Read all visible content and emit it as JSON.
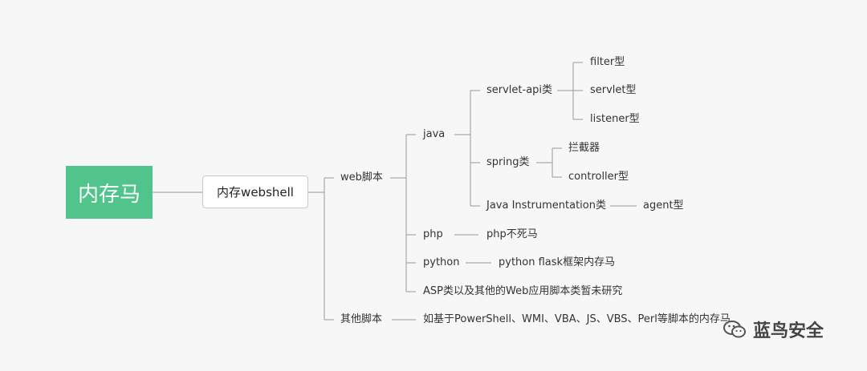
{
  "root": "内存马",
  "level1": "内存webshell",
  "web_branch": "web脚本",
  "other_branch": "其他脚本",
  "java": "java",
  "servlet_api": "servlet-api类",
  "filter": "filter型",
  "servlet": "servlet型",
  "listener": "listener型",
  "spring": "spring类",
  "interceptor": "拦截器",
  "controller": "controller型",
  "instrumentation": "Java Instrumentation类",
  "agent": "agent型",
  "php": "php",
  "php_child": "php不死马",
  "python": "python",
  "python_child": "python flask框架内存马",
  "asp": "ASP类以及其他的Web应用脚本类暂未研究",
  "other_child": "如基于PowerShell、WMI、VBA、JS、VBS、Perl等脚本的内存马",
  "watermark": "蓝鸟安全",
  "colors": {
    "root_bg": "#50c48a",
    "line": "#9a9a9a"
  }
}
